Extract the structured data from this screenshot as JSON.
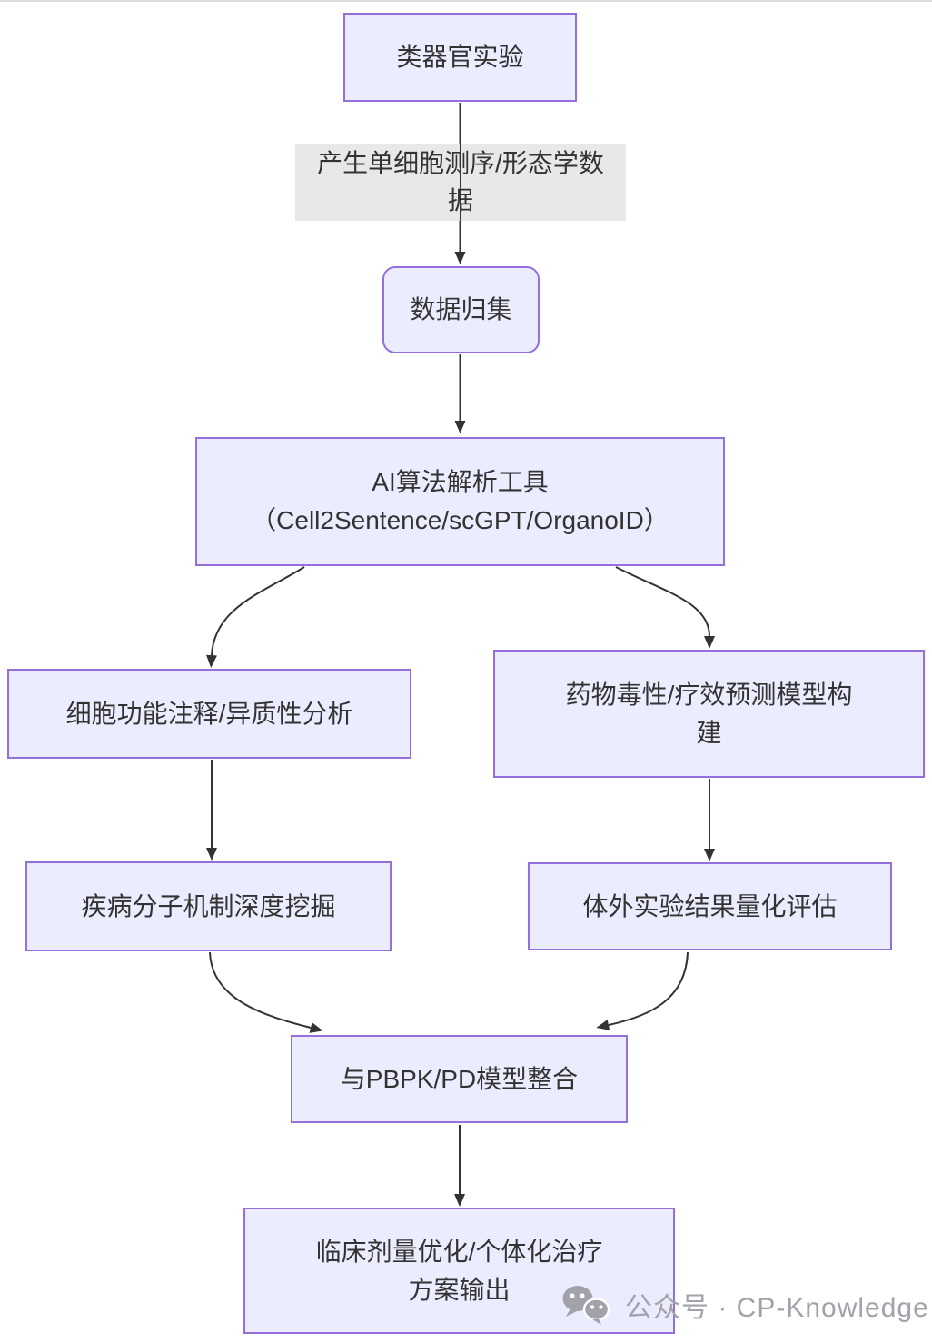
{
  "diagram": {
    "type": "flowchart-top-down",
    "nodes": {
      "organoid": {
        "text": "类器官实验",
        "lines": [
          "类器官实验"
        ],
        "shape": "rect"
      },
      "collect": {
        "text": "数据归集",
        "lines": [
          "数据归集"
        ],
        "shape": "rounded-rect"
      },
      "ai_tools": {
        "text": "AI算法解析工具（Cell2Sentence/scGPT/OrganoID）",
        "lines": [
          "AI算法解析工具",
          "（Cell2Sentence/scGPT/OrganoID）"
        ],
        "shape": "rect"
      },
      "annotation": {
        "text": "细胞功能注释/异质性分析",
        "lines": [
          "细胞功能注释/异质性分析"
        ],
        "shape": "rect"
      },
      "toxicity": {
        "text": "药物毒性/疗效预测模型构建",
        "lines": [
          "药物毒性/疗效预测模型构",
          "建"
        ],
        "shape": "rect"
      },
      "mechanism": {
        "text": "疾病分子机制深度挖掘",
        "lines": [
          "疾病分子机制深度挖掘"
        ],
        "shape": "rect"
      },
      "quantify": {
        "text": "体外实验结果量化评估",
        "lines": [
          "体外实验结果量化评估"
        ],
        "shape": "rect"
      },
      "pbpk": {
        "text": "与PBPK/PD模型整合",
        "lines": [
          "与PBPK/PD模型整合"
        ],
        "shape": "rect"
      },
      "clinical": {
        "text": "临床剂量优化/个体化治疗方案输出",
        "lines": [
          "临床剂量优化/个体化治疗",
          "方案输出"
        ],
        "shape": "rect"
      }
    },
    "edge_label": {
      "text": "产生单细胞测序/形态学数据",
      "lines": [
        "产生单细胞测序/形态学数",
        "据"
      ]
    },
    "edges": [
      {
        "from": "organoid",
        "to": "collect",
        "label": "产生单细胞测序/形态学数据"
      },
      {
        "from": "collect",
        "to": "ai_tools"
      },
      {
        "from": "ai_tools",
        "to": "annotation"
      },
      {
        "from": "ai_tools",
        "to": "toxicity"
      },
      {
        "from": "annotation",
        "to": "mechanism"
      },
      {
        "from": "toxicity",
        "to": "quantify"
      },
      {
        "from": "mechanism",
        "to": "pbpk"
      },
      {
        "from": "quantify",
        "to": "pbpk"
      },
      {
        "from": "pbpk",
        "to": "clinical"
      }
    ],
    "colors": {
      "node_fill": "#ECECFF",
      "node_border": "#9370DB",
      "edge_label_bg": "#E8E8E8",
      "arrow": "#333333",
      "text": "#333333"
    }
  },
  "watermark": {
    "icon": "wechat-icon",
    "text": "公众号 · CP-Knowledge",
    "color": "#A2A2AA"
  }
}
